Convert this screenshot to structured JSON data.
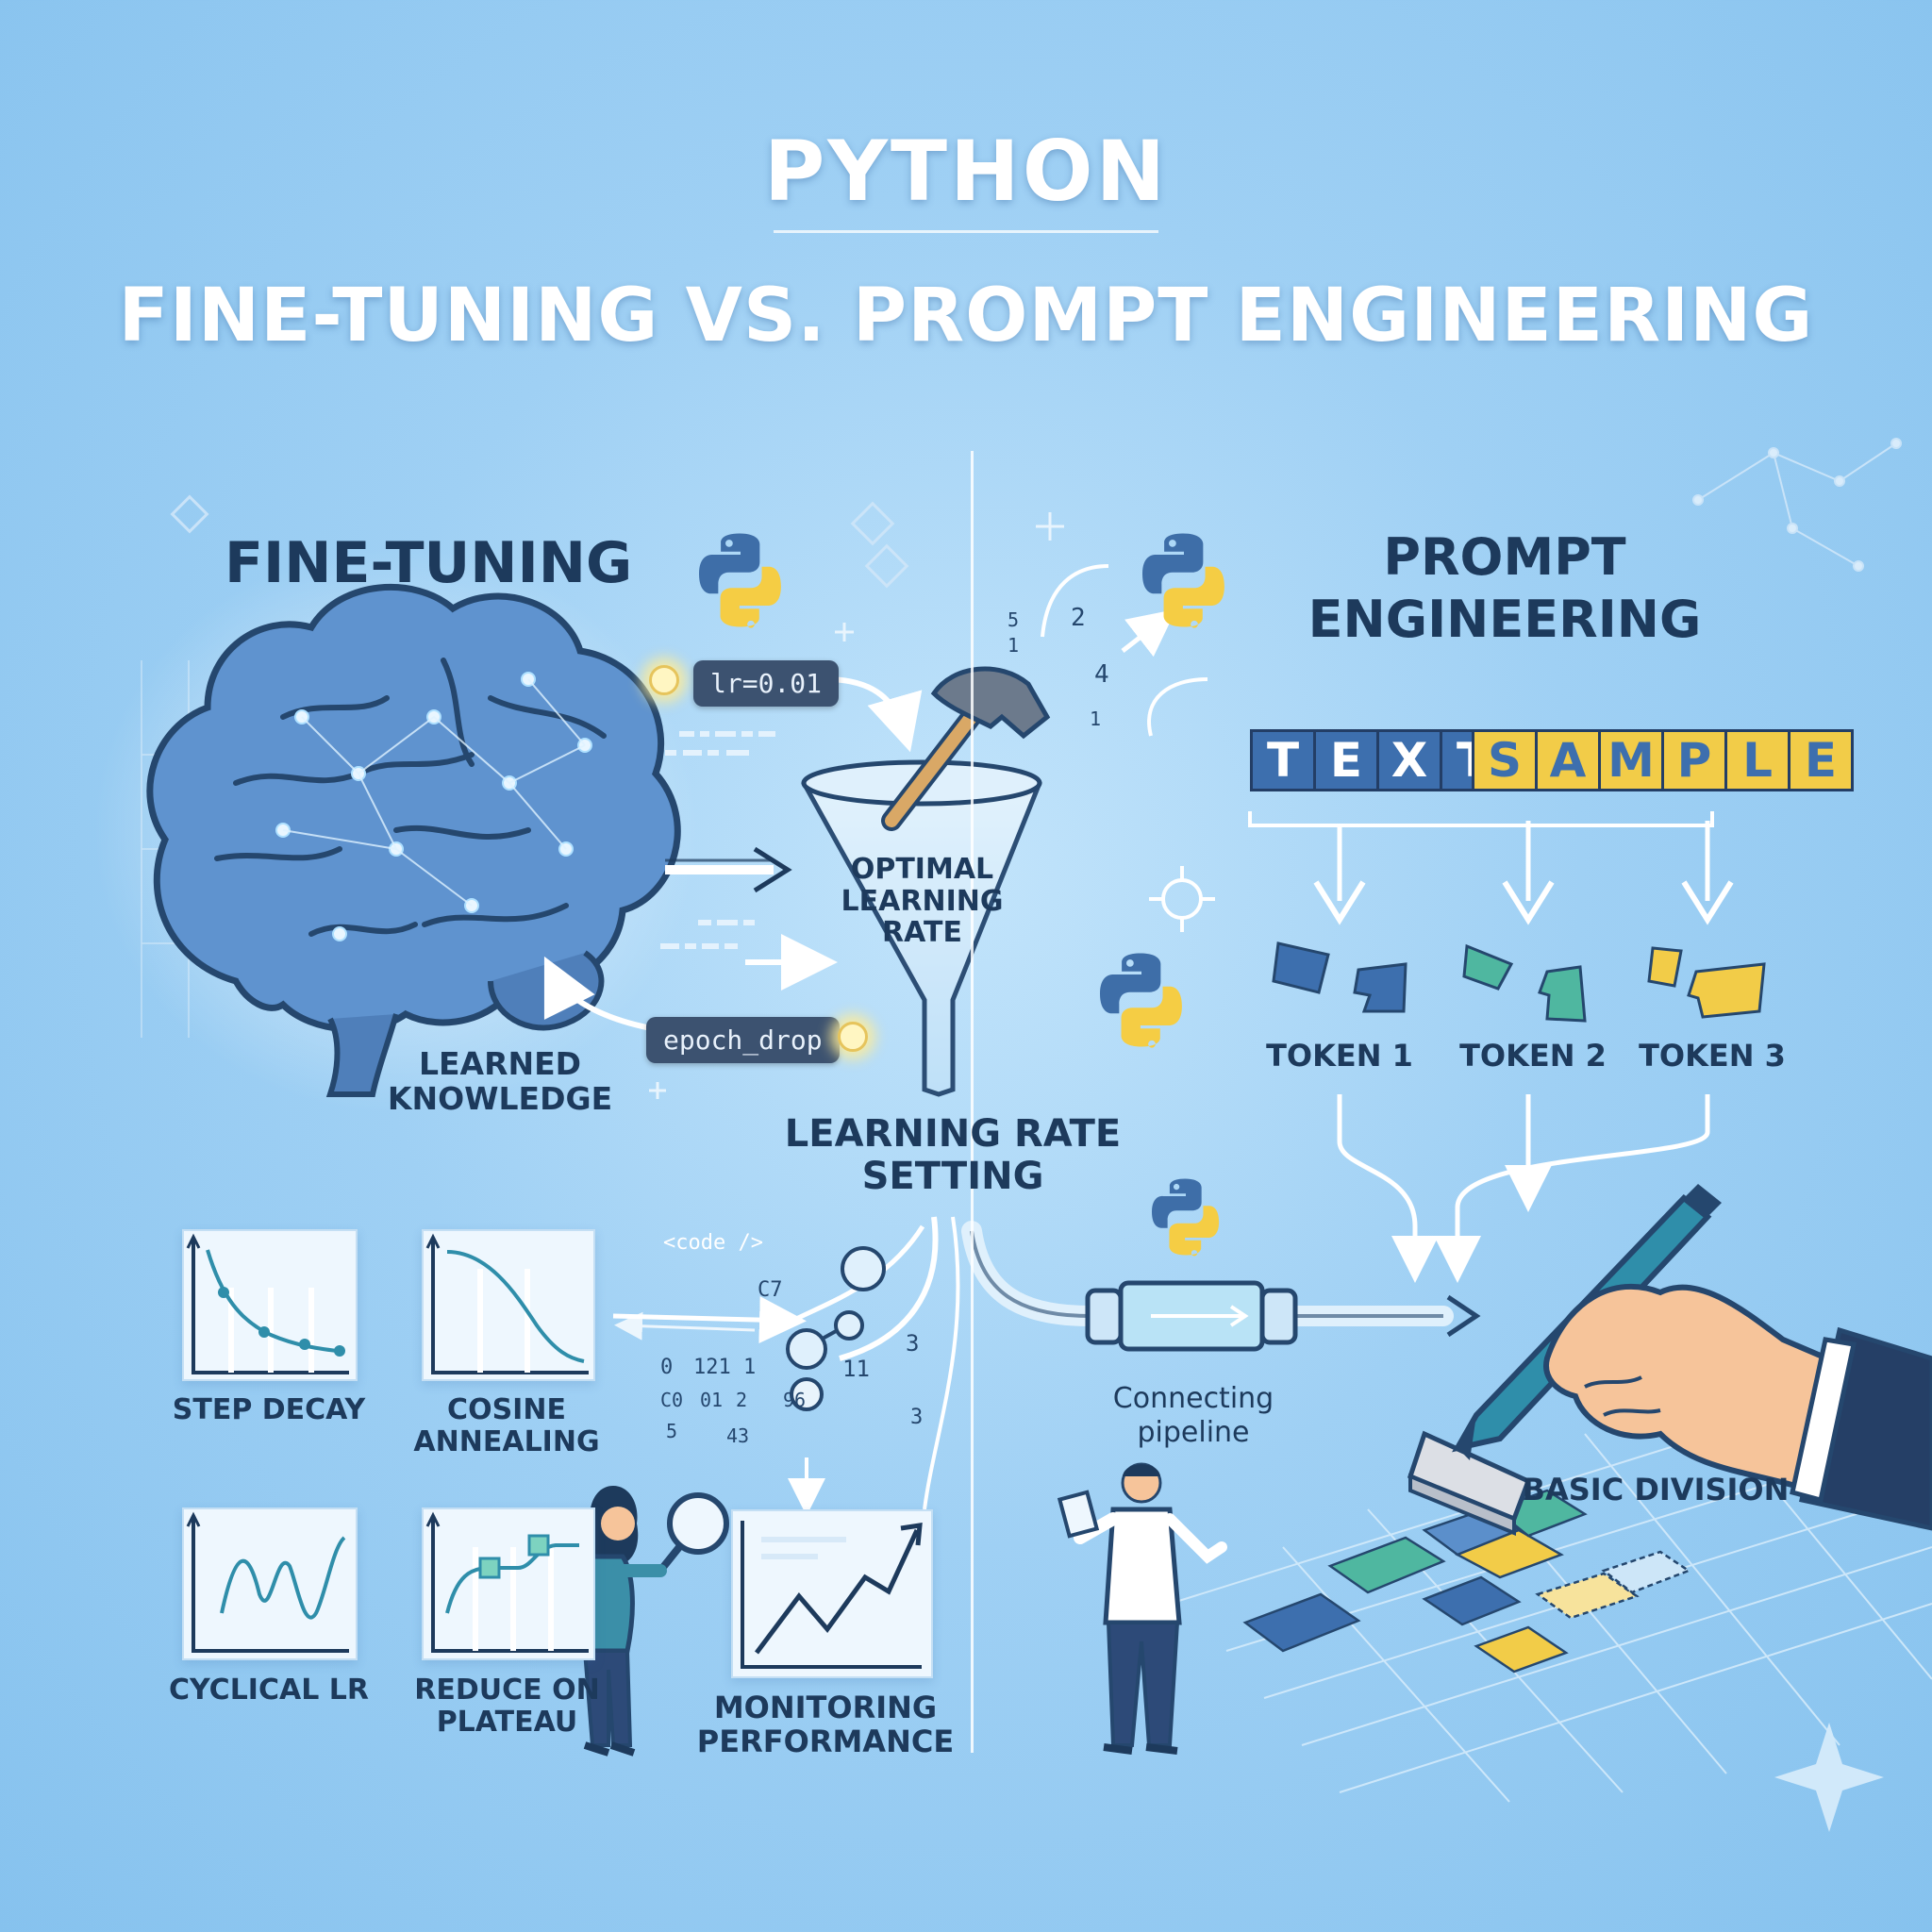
{
  "header": {
    "title": "PYTHON",
    "subtitle": "FINE-TUNING VS. PROMPT ENGINEERING"
  },
  "fine_tuning": {
    "heading": "FINE-TUNING",
    "brain_label": "LEARNED KNOWLEDGE",
    "code_lr": "lr=0.01",
    "code_epoch": "epoch_drop",
    "funnel_label": "OPTIMAL LEARNING RATE",
    "setting_label": "LEARNING RATE SETTING",
    "code_tag": "<code />",
    "schedules": [
      {
        "label": "STEP DECAY"
      },
      {
        "label": "COSINE ANNEALING"
      },
      {
        "label": "CYCLICAL LR"
      },
      {
        "label": "REDUCE ON PLATEAU"
      }
    ],
    "monitoring_label": "MONITORING PERFORMANCE",
    "floating_numbers": [
      "5",
      "2",
      "1",
      "4",
      "1",
      "C7",
      "3",
      "0",
      "121",
      "1",
      "11",
      "3",
      "C0",
      "01",
      "2",
      "96",
      "5",
      "43"
    ]
  },
  "prompt_engineering": {
    "heading": "PROMPT ENGINEERING",
    "word_one": [
      "T",
      "E",
      "X",
      "T"
    ],
    "word_two": [
      "S",
      "A",
      "M",
      "P",
      "L",
      "E"
    ],
    "tokens": [
      {
        "label": "TOKEN 1"
      },
      {
        "label": "TOKEN 2"
      },
      {
        "label": "TOKEN 3"
      }
    ],
    "pipeline_label": "Connecting pipeline",
    "division_label": "BASIC DIVISION"
  },
  "colors": {
    "background": "#9fd0f4",
    "heading_text": "#1d3a5c",
    "tile_blue": "#3d6fae",
    "tile_yellow": "#f2cc48",
    "tile_green": "#4fb7a0",
    "python_blue": "#3e6ea8",
    "python_yellow": "#f5cd44"
  }
}
